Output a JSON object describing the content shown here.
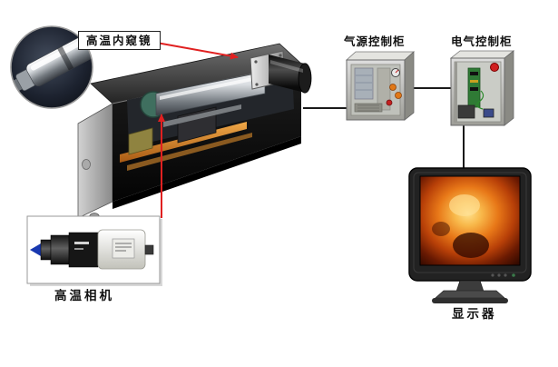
{
  "diagram": {
    "labels": {
      "endoscope": "高温内窥镜",
      "air_cabinet": "气源控制柜",
      "electric_cabinet": "电气控制柜",
      "camera": "高温相机",
      "monitor": "显示器"
    },
    "colors": {
      "leader_red": "#e02020",
      "connector_black": "#1a1a1a",
      "machine_body": "#0d0d0d",
      "cabinet_steel": "#cfcfc9",
      "screen_flame_bright": "#f8b84a",
      "screen_flame_dark": "#6a1a02",
      "rail_orange": "#d08030",
      "probe_silver": "#d8dce0",
      "camera_arrow_blue": "#1838b0"
    },
    "connections": [
      {
        "from": "endoscope_inset",
        "to": "endoscope_label",
        "style": "red-line"
      },
      {
        "from": "endoscope_label",
        "to": "machine_port",
        "style": "red-arrow"
      },
      {
        "from": "camera_inset",
        "to": "machine_interior",
        "style": "red-arrow"
      },
      {
        "from": "machine",
        "to": "air_cabinet",
        "style": "black-line"
      },
      {
        "from": "air_cabinet",
        "to": "electric_cabinet",
        "style": "black-line"
      },
      {
        "from": "electric_cabinet",
        "to": "monitor",
        "style": "black-line"
      }
    ]
  }
}
